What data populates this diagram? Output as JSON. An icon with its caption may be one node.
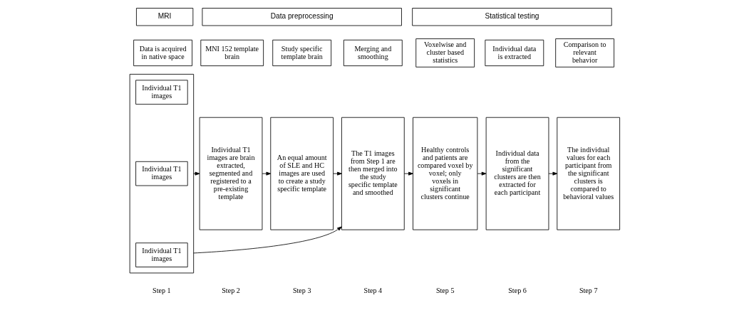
{
  "diagram": {
    "nodes": [
      {
        "text": [
          "MRI"
        ]
      },
      {
        "text": [
          "Data preprocessing"
        ]
      },
      {
        "text": [
          "Statistical testing"
        ]
      },
      {
        "text": [
          "Data is acquired in native space"
        ]
      },
      {
        "text": [
          "MNI 152 template brain"
        ]
      },
      {
        "text": [
          "Study specific template brain"
        ]
      },
      {
        "text": [
          "Merging and smoothing"
        ]
      },
      {
        "text": [
          "Voxelwise and cluster based statistics"
        ]
      },
      {
        "text": [
          "Individual data is extracted"
        ]
      },
      {
        "text": [
          "Comparison to relevant behavior"
        ]
      },
      {
        "text": [],
        "shape": "box"
      },
      {
        "text": [
          "Individual T1 images"
        ],
        "in": 10
      },
      {
        "text": [
          "Individual T1 images"
        ],
        "in": 10
      },
      {
        "text": [
          "Individual T1 images"
        ],
        "in": 10
      },
      {
        "text": [
          "Individual T1 images are brain extracted, segmented and registered to a pre-existing template"
        ]
      },
      {
        "text": [
          "An equal amount of SLE and HC images are used to create a study specific template"
        ]
      },
      {
        "text": [
          "The T1 images from Step 1 are then merged into the study specific template and smoothed"
        ]
      },
      {
        "text": [
          "Healthy controls and patients are compared voxel by voxel; only voxels in significant clusters continue"
        ]
      },
      {
        "text": [
          "Individual data from the significant clusters are then extracted for each participant"
        ]
      },
      {
        "text": [
          "The individual values for each participant from the significant clusters is compared to behavioral values"
        ]
      }
    ],
    "edges": [
      {
        "from": 10,
        "to": 14,
        "arrow": "to"
      },
      {
        "from": 14,
        "to": 15,
        "arrow": "to"
      },
      {
        "from": 15,
        "to": 16,
        "arrow": "to"
      },
      {
        "from": 16,
        "to": 17,
        "arrow": "to"
      },
      {
        "from": 17,
        "to": 18,
        "arrow": "to"
      },
      {
        "from": 18,
        "to": 19,
        "arrow": "to"
      },
      {
        "from": 10,
        "to": 16,
        "arrow": "to"
      }
    ],
    "labels": [
      "Step 1",
      "Step 2",
      "Step 3",
      "Step 4",
      "Step 5",
      "Step 6",
      "Step 7"
    ]
  }
}
